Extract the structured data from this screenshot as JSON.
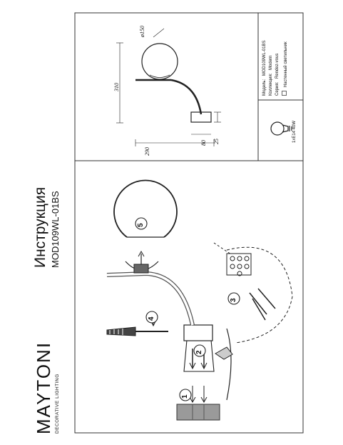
{
  "brand": {
    "logo": "MAYTONI",
    "tagline": "DECORATIVE LIGHTING"
  },
  "header": {
    "title": "Инструкция",
    "model": "MOD109WL-01BS"
  },
  "steps": [
    "1",
    "2",
    "3",
    "4",
    "5"
  ],
  "drawing": {
    "dim_total_height": "310",
    "dim_globe": "ø150",
    "dim_width": "290",
    "dim_base_width": "80",
    "dim_base_depth": "25"
  },
  "spec": {
    "model_label": "Модель:",
    "model_value": "MOD109WL-01BS",
    "collection_label": "Коллекция:",
    "collection_value": "Modern",
    "style_label": "Серия:",
    "style_value": "Rendez-vous",
    "type_value": "Настенный светильник",
    "bulb_text": "1xE14 40W"
  },
  "colors": {
    "line": "#222222",
    "background": "#ffffff"
  }
}
